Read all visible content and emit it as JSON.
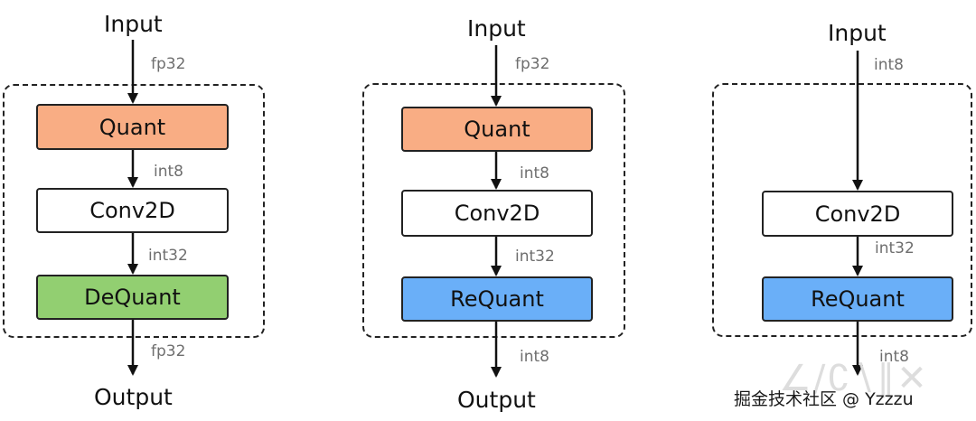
{
  "diagrams": [
    {
      "input_label": "Input",
      "input_dtype": "fp32",
      "blocks": [
        "Quant",
        "Conv2D",
        "DeQuant"
      ],
      "dtypes_between": [
        "int8",
        "int32"
      ],
      "output_dtype": "fp32",
      "output_label": "Output"
    },
    {
      "input_label": "Input",
      "input_dtype": "fp32",
      "blocks": [
        "Quant",
        "Conv2D",
        "ReQuant"
      ],
      "dtypes_between": [
        "int8",
        "int32"
      ],
      "output_dtype": "int8",
      "output_label": "Output"
    },
    {
      "input_label": "Input",
      "input_dtype": "int8",
      "blocks": [
        "Conv2D",
        "ReQuant"
      ],
      "dtypes_between": [
        "int32"
      ],
      "output_dtype": "int8"
    }
  ],
  "watermark": "掘金技术社区 @ Yzzzu",
  "colors": {
    "quant": "#f9ad84",
    "conv": "#ffffff",
    "dequant": "#92cf71",
    "requant": "#6aaff8"
  }
}
